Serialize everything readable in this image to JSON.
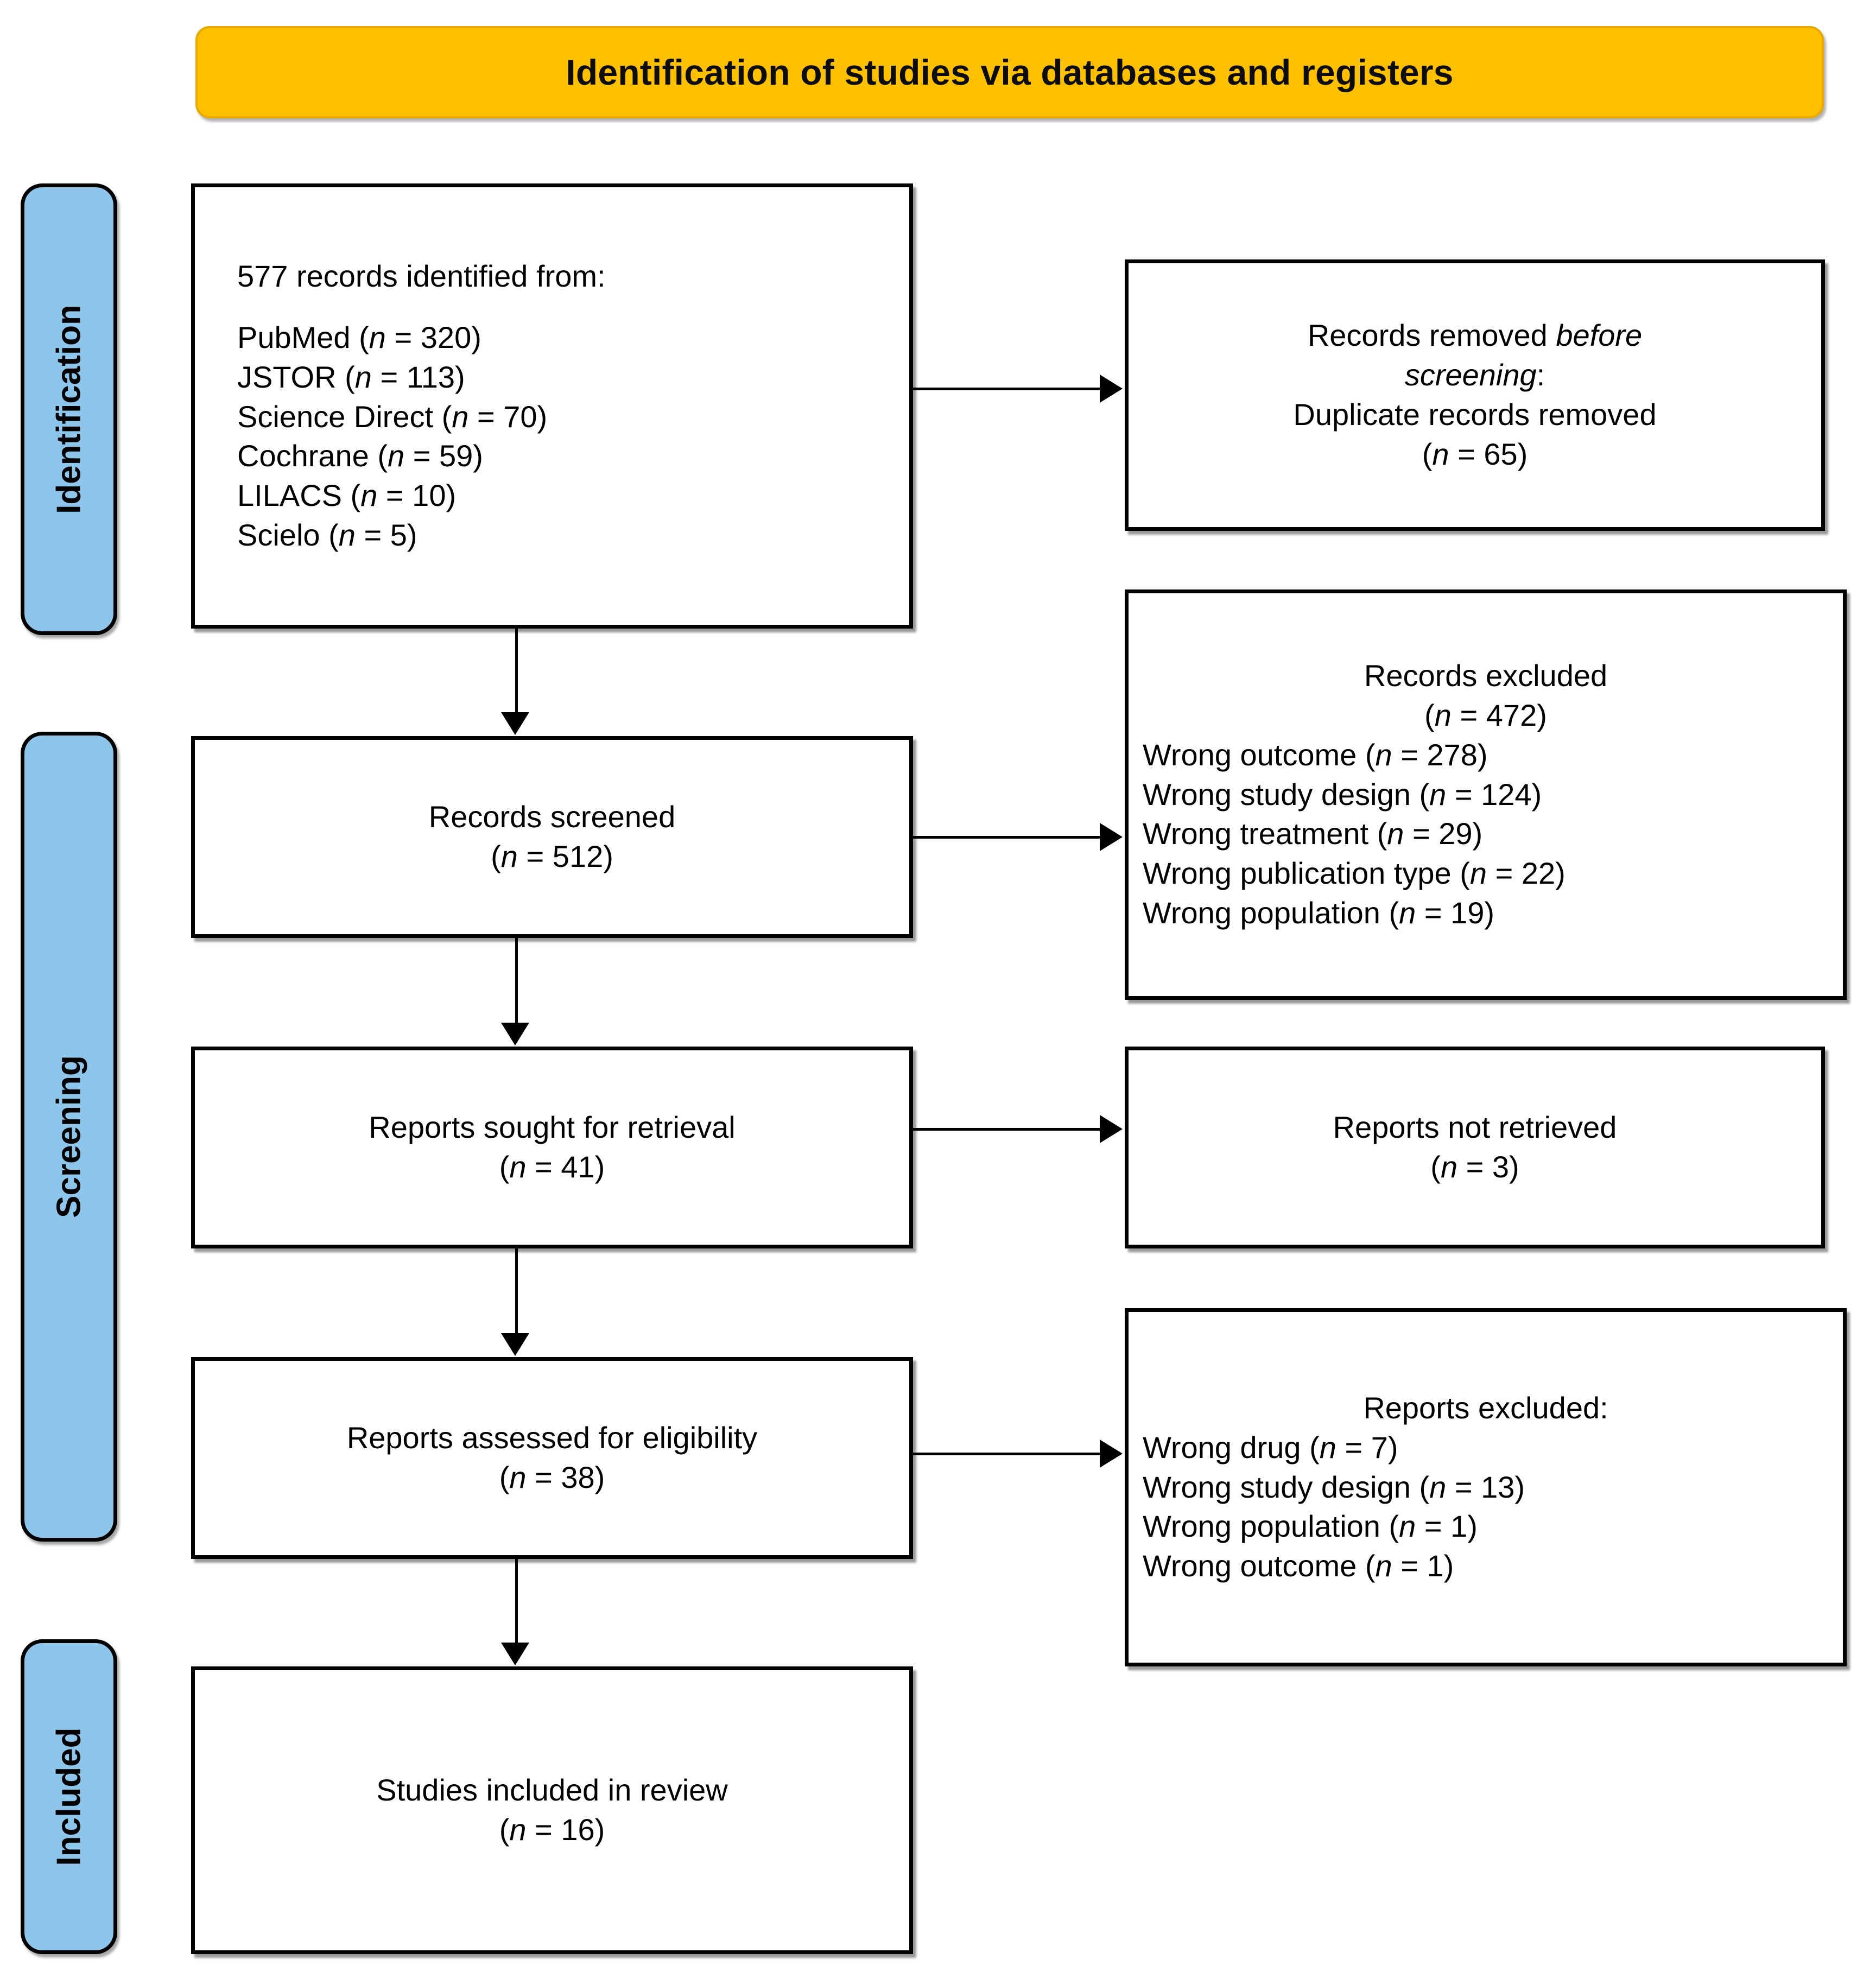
{
  "diagram": {
    "type": "prisma-flow-diagram",
    "banner": {
      "title": "Identification of studies via databases and registers"
    },
    "stages": [
      {
        "id": "identification",
        "label": "Identification"
      },
      {
        "id": "screening",
        "label": "Screening"
      },
      {
        "id": "included",
        "label": "Included"
      }
    ],
    "boxes": {
      "records_identified": {
        "title": "577 records identified from:",
        "sources": [
          "PubMed (n = 320)",
          "JSTOR (n = 113)",
          "Science Direct (n = 70)",
          "Cochrane (n = 59)",
          "LILACS (n = 10)",
          "Scielo (n = 5)"
        ]
      },
      "records_removed": {
        "line1_prefix": "Records removed ",
        "line1_italic": "before",
        "line2_italic": "screening",
        "line2_suffix": ":",
        "line3": "Duplicate records removed",
        "line4": "(n = 65)"
      },
      "records_screened": {
        "title": "Records screened",
        "count": "(n = 512)"
      },
      "records_excluded": {
        "title": "Records excluded",
        "count": "(n = 472)",
        "reasons": [
          "Wrong outcome (n = 278)",
          "Wrong study design (n = 124)",
          "Wrong treatment (n = 29)",
          "Wrong publication type (n = 22)",
          "Wrong population (n = 19)"
        ]
      },
      "reports_sought": {
        "title": "Reports sought for retrieval",
        "count": "(n = 41)"
      },
      "reports_not_retrieved": {
        "title": "Reports not retrieved",
        "count": "(n = 3)"
      },
      "reports_assessed": {
        "title": "Reports assessed for eligibility",
        "count": "(n = 38)"
      },
      "reports_excluded": {
        "title": "Reports excluded:",
        "reasons": [
          "Wrong drug (n = 7)",
          "Wrong study design (n = 13)",
          "Wrong population (n = 1)",
          "Wrong outcome (n = 1)"
        ]
      },
      "studies_included": {
        "title": "Studies included in review",
        "count": "(n = 16)"
      }
    },
    "colors": {
      "banner_fill": "#FFC000",
      "stage_fill": "#8DC5EB",
      "border": "#000000",
      "background": "#FFFFFF"
    }
  }
}
